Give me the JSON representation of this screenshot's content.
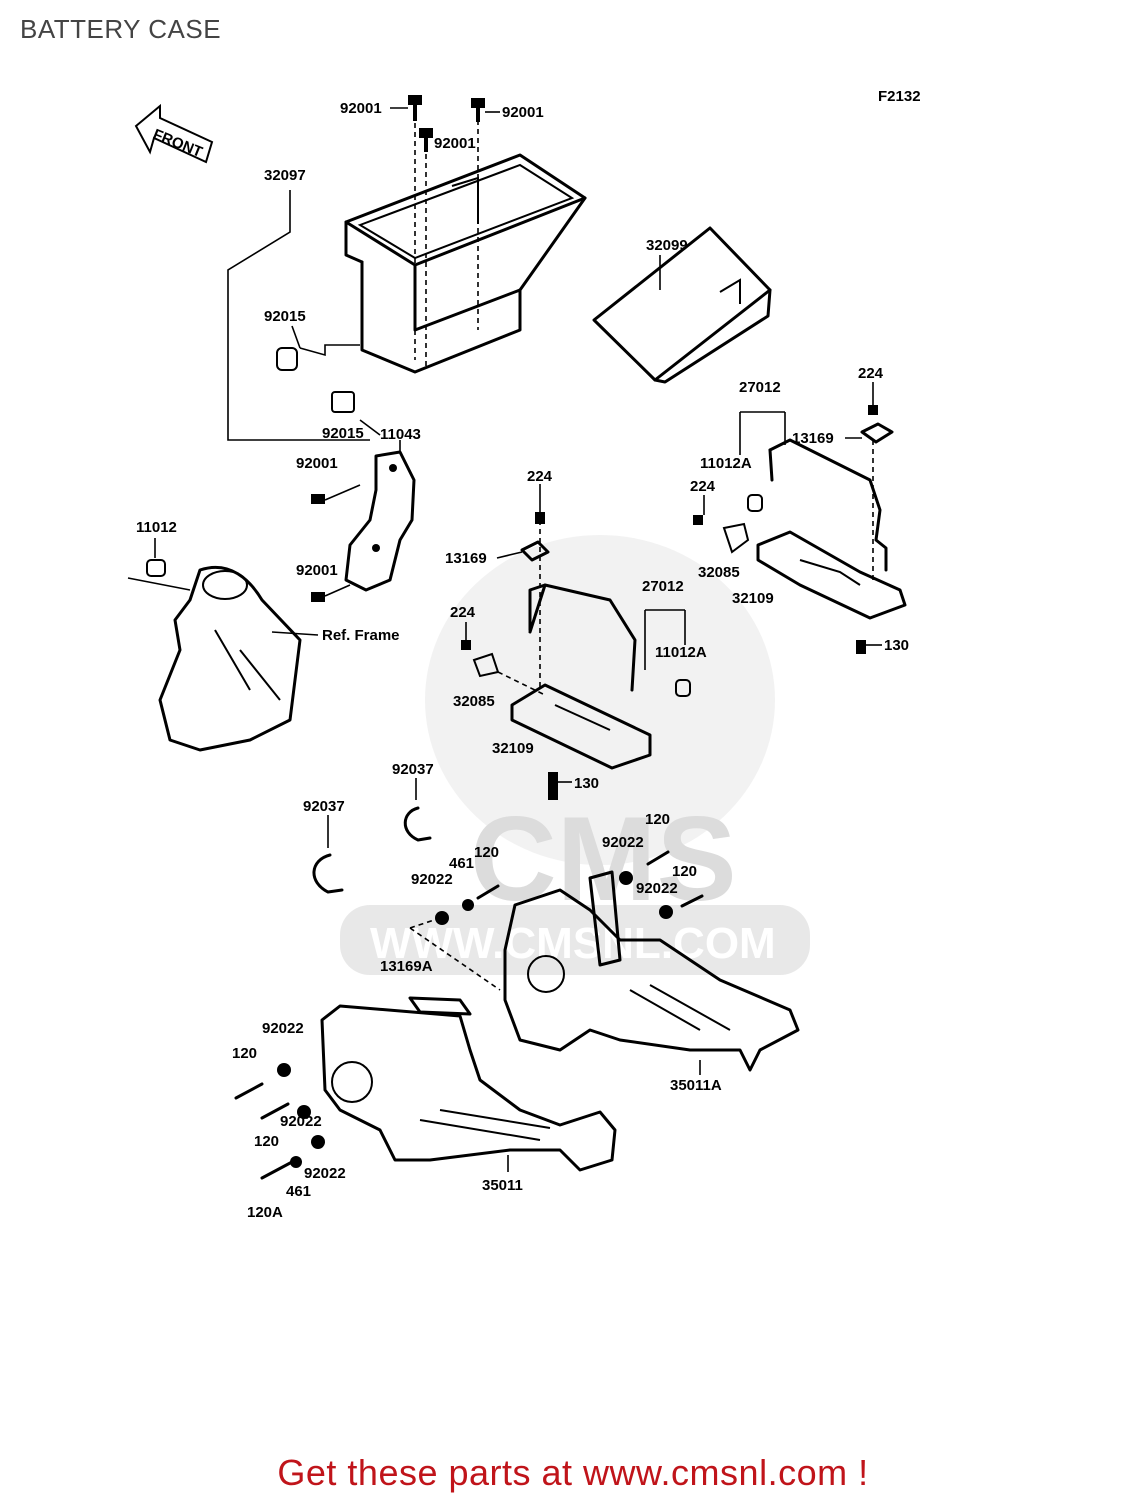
{
  "page": {
    "title": "BATTERY CASE",
    "figure_code": "F2132",
    "footer_cta": "Get these parts at www.cmsnl.com !",
    "accent_color": "#c0141a",
    "title_color": "#444444"
  },
  "diagram": {
    "front_arrow": "FRONT",
    "watermark": {
      "logo": "CMS",
      "url": "WWW.CMSNL.COM"
    },
    "labels": {
      "l1": "92001",
      "l2": "92001",
      "l3": "92001",
      "l4": "32097",
      "l5": "32099",
      "l6": "92015",
      "l7": "92015",
      "l8": "11043",
      "l9": "92001",
      "l10": "92001",
      "l11": "11012",
      "l12": "Ref. Frame",
      "l13": "27012",
      "l14": "224",
      "l15": "13169",
      "l16": "11012A",
      "l17": "224",
      "l18": "32085",
      "l19": "32109",
      "l20": "130",
      "l21": "224",
      "l22": "13169",
      "l23": "27012",
      "l24": "224",
      "l25": "11012A",
      "l26": "32085",
      "l27": "32109",
      "l28": "130",
      "l29": "92037",
      "l30": "92037",
      "l31": "120",
      "l32": "92022",
      "l33": "120",
      "l34": "92022",
      "l35": "461",
      "l36": "120",
      "l37": "92022",
      "l38": "13169A",
      "l39": "92022",
      "l40": "120",
      "l41": "92022",
      "l42": "120",
      "l43": "92022",
      "l44": "461",
      "l45": "120A",
      "l46": "35011A",
      "l47": "35011"
    }
  }
}
